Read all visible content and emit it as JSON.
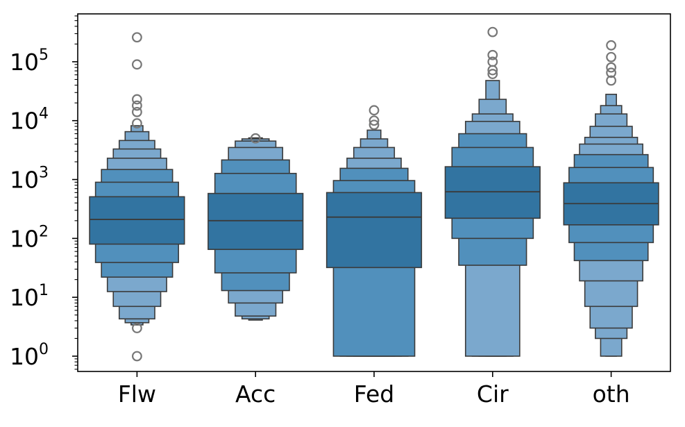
{
  "chart_data": {
    "type": "boxen",
    "title": "",
    "xlabel": "",
    "ylabel": "",
    "yscale": "log",
    "ylim": [
      0.55,
      650000
    ],
    "grid": false,
    "legend": "none",
    "categories": [
      "Flw",
      "Acc",
      "Fed",
      "Cir",
      "oth"
    ],
    "y_ticks": [
      {
        "base": "10",
        "exp": "0",
        "value": 1
      },
      {
        "base": "10",
        "exp": "1",
        "value": 10
      },
      {
        "base": "10",
        "exp": "2",
        "value": 100
      },
      {
        "base": "10",
        "exp": "3",
        "value": 1000
      },
      {
        "base": "10",
        "exp": "4",
        "value": 10000
      },
      {
        "base": "10",
        "exp": "5",
        "value": 100000
      }
    ],
    "colors": {
      "box_dark": "#3274a1",
      "box_mid": "#5190bc",
      "box_light": "#7ba8cd",
      "edge": "#3a3a3a",
      "outlier": "#777777"
    },
    "boxes": [
      {
        "category": "Flw",
        "median": 210,
        "levels": [
          [
            80,
            510
          ],
          [
            39,
            900
          ],
          [
            22,
            1480
          ],
          [
            12.5,
            2300
          ],
          [
            7,
            3300
          ],
          [
            4.3,
            4600
          ],
          [
            3.7,
            6500
          ],
          [
            3.4,
            8200
          ]
        ],
        "outliers": [
          1,
          3,
          9000,
          14000,
          18000,
          23000,
          90000,
          260000
        ]
      },
      {
        "category": "Acc",
        "median": 200,
        "levels": [
          [
            65,
            580
          ],
          [
            26,
            1270
          ],
          [
            13,
            2150
          ],
          [
            8,
            3500
          ],
          [
            4.8,
            4500
          ],
          [
            4.3,
            4900
          ],
          [
            4.1,
            5100
          ]
        ],
        "outliers": [
          5000
        ]
      },
      {
        "category": "Fed",
        "median": 230,
        "levels": [
          [
            32,
            600
          ],
          [
            1,
            960
          ],
          [
            1,
            1550
          ],
          [
            1,
            2300
          ],
          [
            1,
            3500
          ],
          [
            1,
            4900
          ],
          [
            1,
            6900
          ]
        ],
        "outliers": [
          8500,
          10000,
          15000
        ]
      },
      {
        "category": "Cir",
        "median": 620,
        "levels": [
          [
            220,
            1650
          ],
          [
            100,
            3500
          ],
          [
            35,
            6000
          ],
          [
            1,
            9700
          ],
          [
            1,
            13000
          ],
          [
            1,
            23000
          ],
          [
            1,
            48000
          ]
        ],
        "outliers": [
          62000,
          72000,
          100000,
          130000,
          320000
        ]
      },
      {
        "category": "oth",
        "median": 390,
        "levels": [
          [
            170,
            880
          ],
          [
            85,
            1600
          ],
          [
            42,
            2650
          ],
          [
            19,
            4000
          ],
          [
            7,
            5200
          ],
          [
            3,
            8000
          ],
          [
            2,
            13000
          ],
          [
            1,
            18000
          ],
          [
            1,
            28000
          ]
        ],
        "outliers": [
          48000,
          65000,
          80000,
          120000,
          190000
        ]
      }
    ]
  }
}
